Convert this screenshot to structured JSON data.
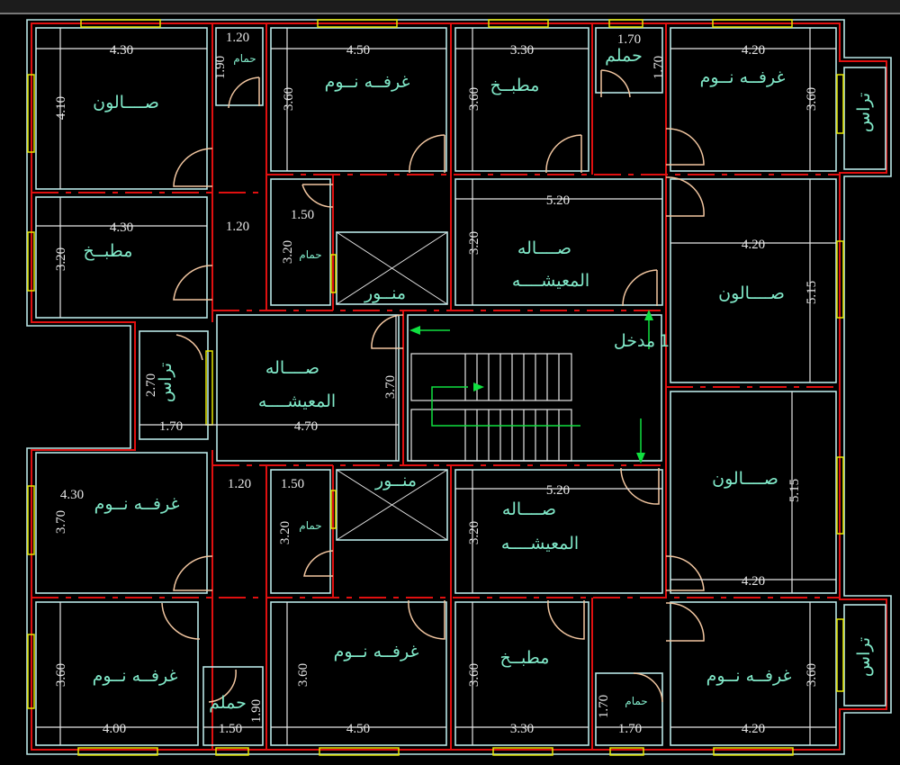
{
  "drawing": {
    "background": "#000000",
    "wall_color": "#e01010",
    "outline_color": "#b8e6e6",
    "window_color": "#e6e600",
    "door_color": "#f2c6a0",
    "label_color": "#80e8c8",
    "arrow_color": "#10e040"
  },
  "rooms": {
    "salon": "صــــالون",
    "bedroom": "غرفــه نــوم",
    "kitchen": "مطبــخ",
    "bath": "حمام",
    "bath_alt": "حملم",
    "lightwell": "منــور",
    "living_1": "صــــاله",
    "living_2": "المعيشــــه",
    "terrace": "تراس",
    "entrance": "مدخل",
    "entrance_num": "1"
  },
  "dimensions": {
    "d430": "4.30",
    "d410": "4.10",
    "d120": "1.20",
    "d190": "1.90",
    "d450": "4.50",
    "d360": "3.60",
    "d330": "3.30",
    "d170": "1.70",
    "d420": "4.20",
    "d320": "3.20",
    "d150": "1.50",
    "d520": "5.20",
    "d515": "5.15",
    "d270": "2.70",
    "d470": "4.70",
    "d370": "3.70",
    "d400": "4.00"
  }
}
